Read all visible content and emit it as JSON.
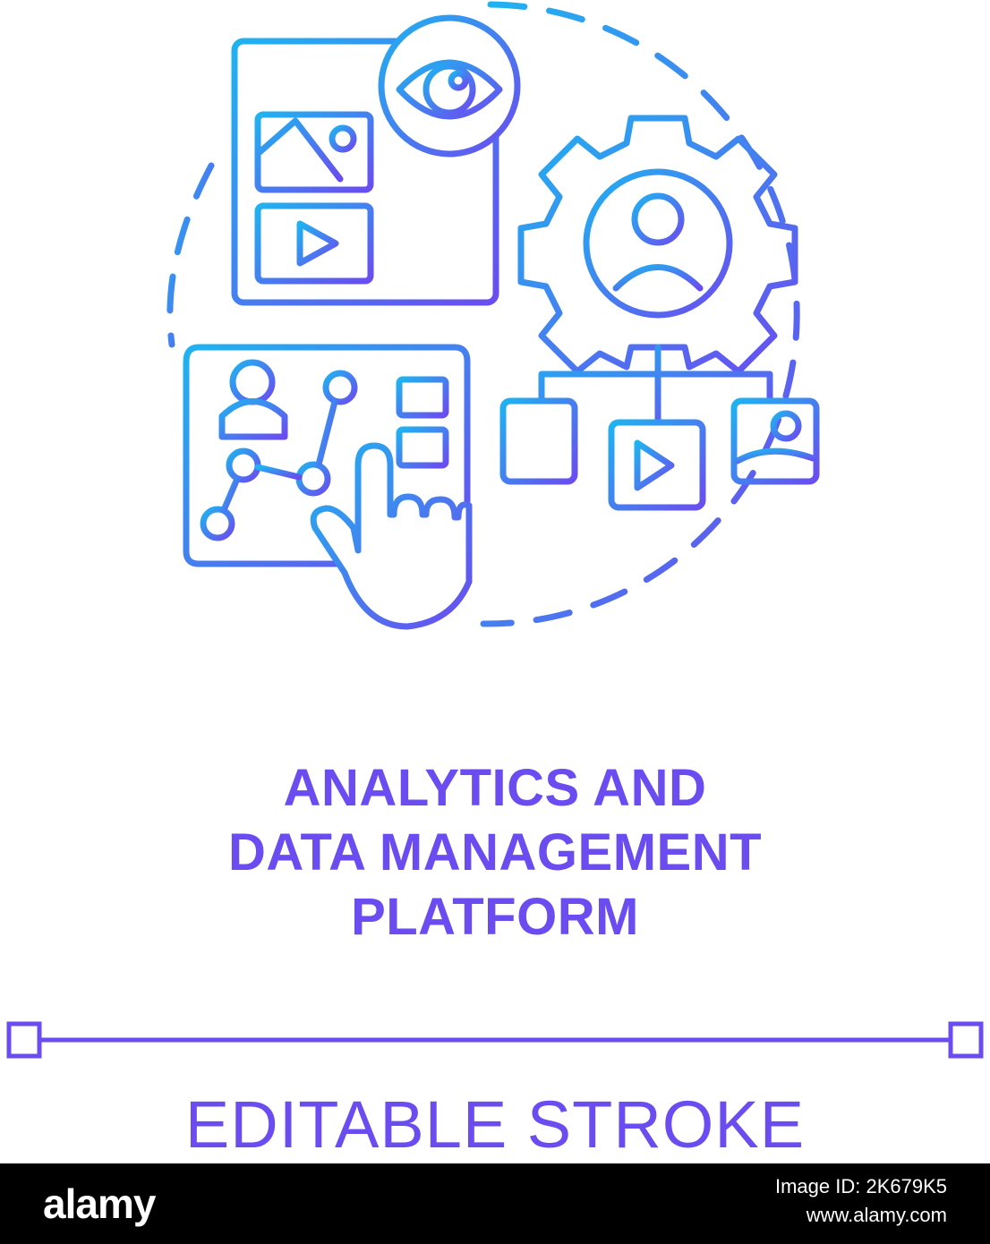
{
  "title_lines": [
    "ANALYTICS AND",
    "DATA MANAGEMENT",
    "PLATFORM"
  ],
  "editable_label": "EDITABLE STROKE",
  "footer": {
    "logo": "alamy",
    "image_id": "Image ID: 2K679K5",
    "site": "www.alamy.com"
  },
  "colors": {
    "gradient_start": "#1fb3f0",
    "gradient_end": "#6a4cf0",
    "footer_bg": "#000000"
  },
  "icons": [
    "webpage-icon",
    "eye-icon",
    "image-icon",
    "video-play-icon",
    "gear-user-icon",
    "document-icon",
    "photo-icon",
    "dashboard-icon",
    "user-icon",
    "graph-icon",
    "pointing-hand-icon"
  ]
}
